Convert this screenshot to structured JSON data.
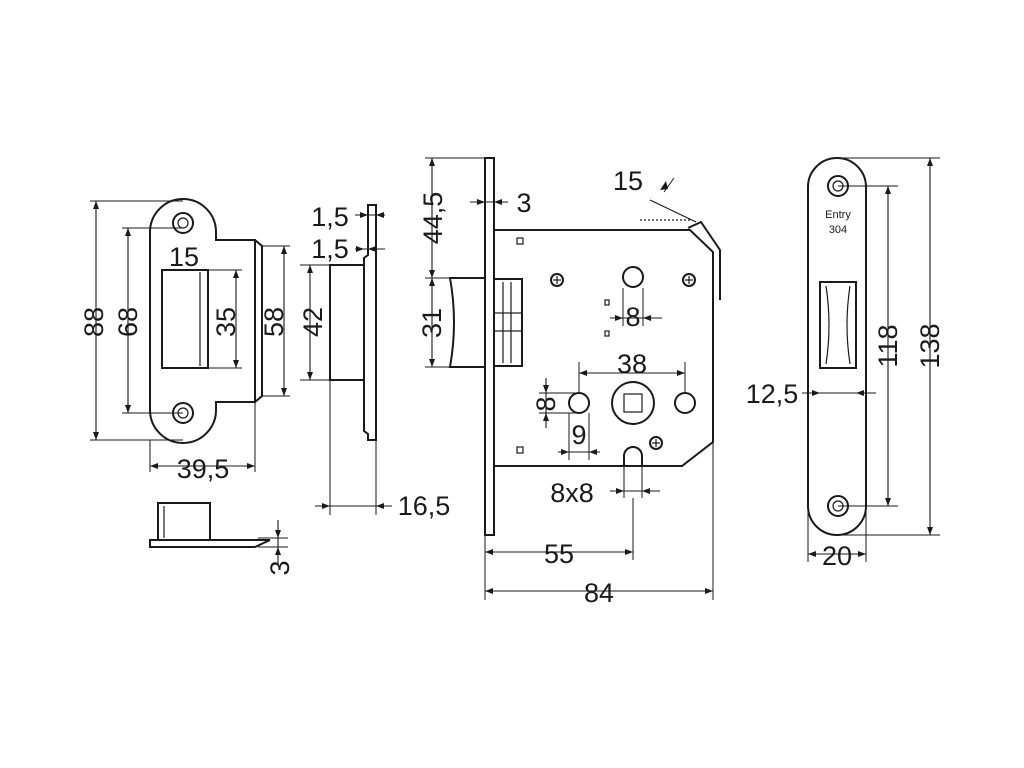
{
  "plate_marking": {
    "line1": "Entry",
    "line2": "304"
  },
  "dimensions": {
    "strike_height": "88",
    "strike_hole_spacing": "68",
    "strike_slot_width": "15",
    "strike_slot_height": "35",
    "strike_box_height": "58",
    "strike_width": "39,5",
    "strike_box_thickness": "3",
    "profile_face_thickness": "1,5",
    "profile_face_offset": "1,5",
    "profile_box_height": "42",
    "profile_depth": "16,5",
    "backset_top": "44,5",
    "faceplate_thickness": "3",
    "latch_height": "31",
    "cylinder_hole": "8",
    "spindle_to_hole": "38",
    "hole_height": "8",
    "hole_width": "9",
    "spindle_size": "8x8",
    "backset": "55",
    "case_depth": "84",
    "bevel_size": "15",
    "front_slot_width": "12,5",
    "front_hole_spacing": "118",
    "front_plate_height": "138",
    "front_plate_width": "20"
  }
}
